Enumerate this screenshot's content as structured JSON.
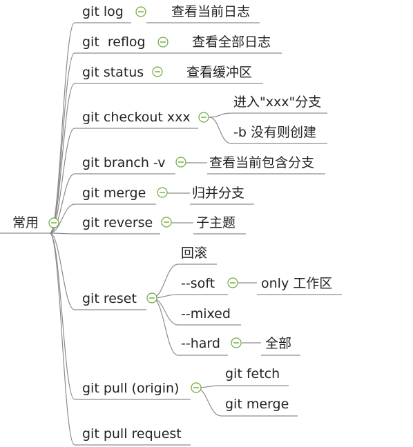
{
  "mindmap": {
    "root": {
      "label": "常用"
    },
    "nodes": [
      {
        "label": "git log",
        "children": [
          {
            "label": "查看当前日志"
          }
        ]
      },
      {
        "label": "git  reflog",
        "children": [
          {
            "label": "查看全部日志"
          }
        ]
      },
      {
        "label": "git status",
        "children": [
          {
            "label": "查看缓冲区"
          }
        ]
      },
      {
        "label": "git checkout xxx",
        "children": [
          {
            "label": "进入\"xxx\"分支"
          },
          {
            "label": "-b 没有则创建"
          }
        ]
      },
      {
        "label": "git branch -v",
        "children": [
          {
            "label": "查看当前包含分支"
          }
        ]
      },
      {
        "label": "git merge",
        "children": [
          {
            "label": "归并分支"
          }
        ]
      },
      {
        "label": "git reverse",
        "children": [
          {
            "label": "子主题"
          }
        ]
      },
      {
        "label": "git reset",
        "children": [
          {
            "label": "回滚"
          },
          {
            "label": "--soft",
            "children": [
              {
                "label": "only 工作区"
              }
            ]
          },
          {
            "label": "--mixed"
          },
          {
            "label": "--hard",
            "children": [
              {
                "label": "全部"
              }
            ]
          }
        ]
      },
      {
        "label": "git pull (origin)",
        "children": [
          {
            "label": "git fetch"
          },
          {
            "label": "git merge"
          }
        ]
      },
      {
        "label": "git pull request"
      }
    ],
    "toggle_icon": "collapse-minus-icon",
    "toggle_color": "#6aaa3a",
    "line_color": "#8c8c8c"
  }
}
